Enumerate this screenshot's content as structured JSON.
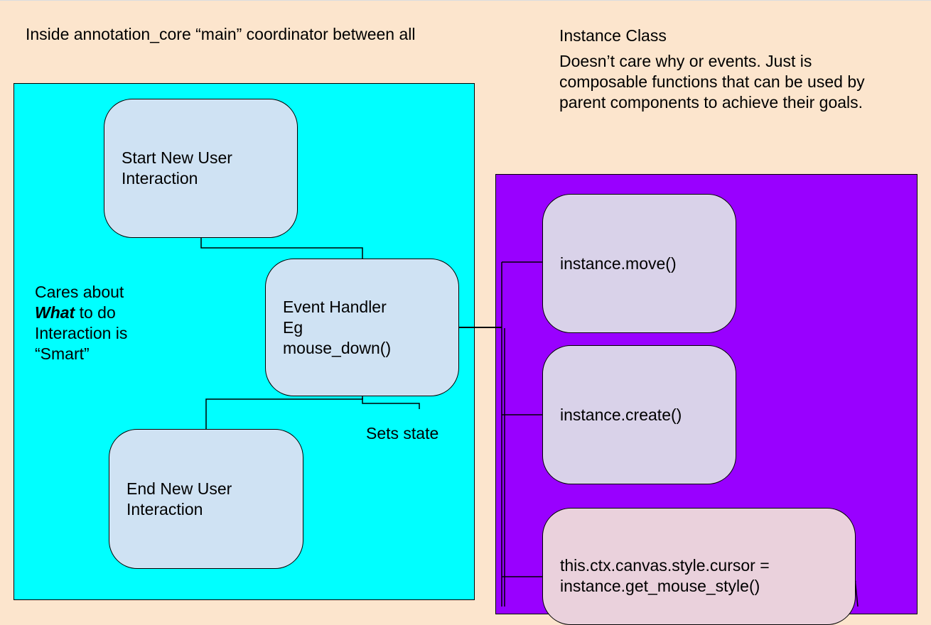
{
  "labels": {
    "main_title": "Inside annotation_core “main” coordinator between all",
    "instance_title": "Instance Class",
    "instance_desc": "Doesn’t care why or events. Just is composable functions that can be used by parent components to achieve their goals.",
    "cares_part1": "Cares about",
    "cares_what": "What",
    "cares_part2": " to do",
    "cares_part3": "Interaction is\n“Smart”",
    "sets_state": "Sets state"
  },
  "boxes": {
    "start_interaction": "Start New User\nInteraction",
    "event_handler": "Event Handler\nEg\nmouse_down()",
    "end_interaction": "End New User\nInteraction",
    "instance_move": "instance.move()",
    "instance_create": "instance.create()",
    "cursor_style": "this.ctx.canvas.style.cursor =\ninstance.get_mouse_style()"
  },
  "colors": {
    "background": "#fce5cd",
    "coordinator_panel": "#00ffff",
    "instance_panel": "#9900ff",
    "coordinator_box": "#cfe2f3",
    "instance_box": "#d9d2e9",
    "cursor_box": "#ead1dc"
  }
}
